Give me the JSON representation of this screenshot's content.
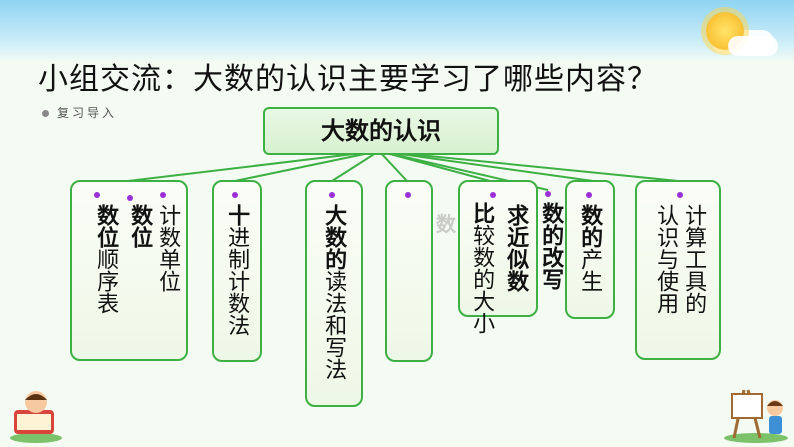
{
  "slide": {
    "title": "小组交流：大数的认识主要学习了哪些内容？",
    "subtitle": "复习导入",
    "root_label": "大数的认识"
  },
  "boxes": [
    {
      "columns": [
        {
          "t": "数位顺序表",
          "bold_chars": 2
        },
        {
          "t": "数位",
          "bold_chars": 2
        },
        {
          "t": "计数单位",
          "bold_chars": 0
        }
      ]
    },
    {
      "columns": [
        {
          "t": "十进制计数法",
          "bold_chars": 1
        }
      ]
    },
    {
      "columns": [
        {
          "t": "大数的读法和写法",
          "bold_chars": 3
        }
      ]
    },
    {
      "columns": [
        {
          "t": "",
          "bold_chars": 0
        }
      ]
    },
    {
      "columns": [
        {
          "t": "比较数的大小",
          "bold_chars": 1
        },
        {
          "t": "求近似数",
          "bold_chars": 4
        }
      ]
    },
    {
      "columns": [
        {
          "t": "数的改写",
          "bold_chars": 4
        }
      ]
    },
    {
      "columns": [
        {
          "t": "数的产生",
          "bold_chars": 2
        }
      ]
    },
    {
      "columns": [
        {
          "t": "计算工具的认识与使用",
          "bold_chars": 0
        }
      ]
    }
  ],
  "colors": {
    "border": "#3cb043",
    "bullet": "#9b2fd6"
  }
}
